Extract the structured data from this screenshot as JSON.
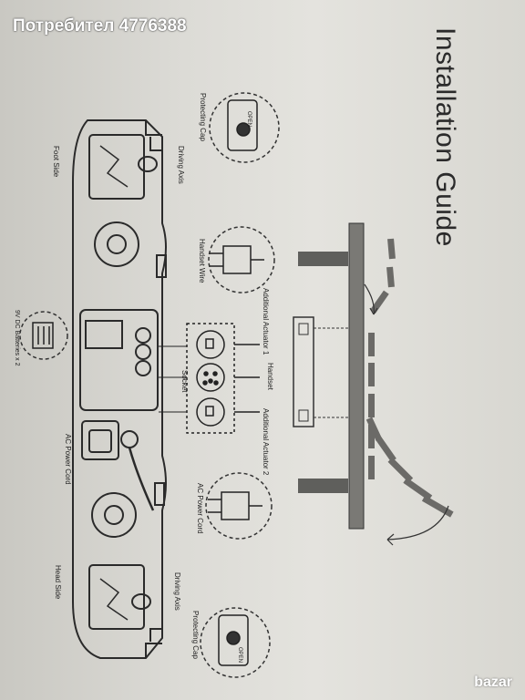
{
  "watermark": "Потребител 4776388",
  "brand": "bazar",
  "title": "Installation Guide",
  "labels": {
    "protecting_cap_top": "Protecting Cap",
    "driving_axis_top": "Driving Axis",
    "foot_side": "Foot Side",
    "handset_wire": "Handset Wire",
    "additional_actuator_1": "Additional Actuator 1",
    "handset": "Handset",
    "additional_actuator_2": "Additional Actuator 2",
    "socket": "Socket",
    "ac_power_cord": "AC Power Cord",
    "ac_power_cord_detail": "AC Power Cord",
    "batteries": "9V DC Batteries x 2",
    "head_side": "Head Side",
    "driving_axis_bottom": "Driving Axis",
    "protecting_cap_bottom": "Protecting Cap",
    "open_top": "OPEN",
    "open_bottom": "OPEN"
  }
}
